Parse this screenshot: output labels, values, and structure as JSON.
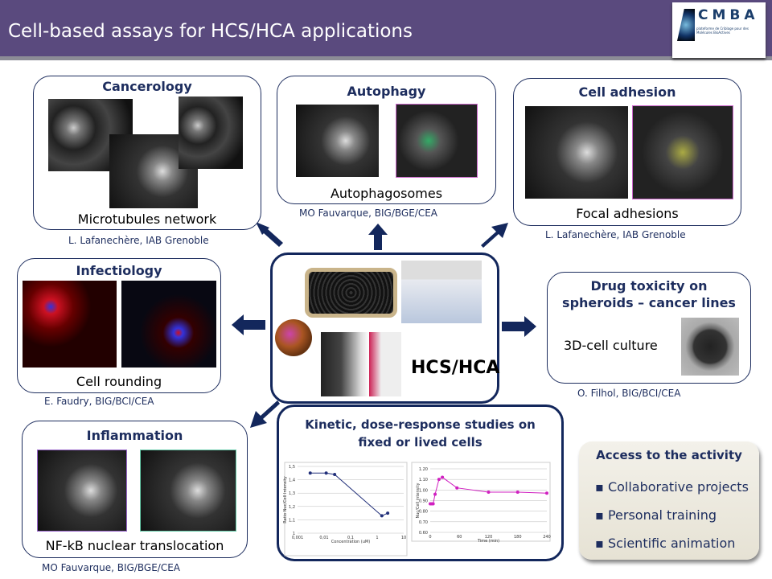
{
  "header": {
    "title": "Cell-based assays for HCS/HCA applications",
    "logo_text": "CMBA",
    "logo_subtitle": "plateforme de Criblage pour des Molécules BioActives"
  },
  "cancerology": {
    "title": "Cancerology",
    "caption": "Microtubules network",
    "credit": "L. Lafanechère, IAB Grenoble"
  },
  "autophagy": {
    "title": "Autophagy",
    "caption": "Autophagosomes",
    "credit": "MO Fauvarque, BIG/BGE/CEA"
  },
  "adhesion": {
    "title": "Cell adhesion",
    "caption": "Focal adhesions",
    "credit": "L. Lafanechère, IAB Grenoble"
  },
  "infectiology": {
    "title": "Infectiology",
    "caption": "Cell rounding",
    "credit": "E. Faudry, BIG/BCI/CEA"
  },
  "center": {
    "label": "HCS/HCA"
  },
  "toxicity": {
    "title_line1": "Drug toxicity on",
    "title_line2": "spheroids – cancer lines",
    "caption": "3D-cell culture",
    "credit": "O. Filhol, BIG/BCI/CEA"
  },
  "inflammation": {
    "title": "Inflammation",
    "caption": "NF-kB nuclear translocation",
    "credit": "MO Fauvarque, BIG/BGE/CEA"
  },
  "kinetic": {
    "title_line1": "Kinetic, dose-response studies on",
    "title_line2": "fixed or lived cells"
  },
  "access": {
    "title": "Access to the activity",
    "items": [
      "Collaborative projects",
      "Personal training",
      "Scientific animation"
    ]
  },
  "colors": {
    "header": "#5a4a7e",
    "navy": "#13275c",
    "access_bg": "#eeebe0"
  },
  "chart_data": [
    {
      "type": "line",
      "xscale": "log",
      "xlabel": "Concentration (uM)",
      "ylabel": "Ratio Nuc/Cell Intensity",
      "xticks": [
        "0,001",
        "0,01",
        "0,1",
        "1",
        "10"
      ],
      "yticks": [
        "1",
        "1,1",
        "1,2",
        "1,3",
        "1,4",
        "1,5"
      ],
      "ylim": [
        1,
        1.5
      ],
      "x": [
        0.003,
        0.012,
        0.025,
        1.5,
        2.5
      ],
      "y": [
        1.45,
        1.45,
        1.44,
        1.13,
        1.15
      ]
    },
    {
      "type": "line",
      "xlabel": "Time (min)",
      "ylabel": "Nuc/Cell intensity",
      "xticks": [
        "0",
        "60",
        "120",
        "180",
        "240"
      ],
      "yticks": [
        "0.60",
        "0.70",
        "0.80",
        "0.90",
        "1.00",
        "1.10",
        "1.20"
      ],
      "xlim": [
        0,
        240
      ],
      "ylim": [
        0.6,
        1.2
      ],
      "x": [
        0,
        3,
        6,
        10,
        18,
        25,
        55,
        120,
        180,
        240
      ],
      "y": [
        0.87,
        0.87,
        0.87,
        0.96,
        1.1,
        1.12,
        1.02,
        0.98,
        0.98,
        0.97
      ]
    }
  ]
}
